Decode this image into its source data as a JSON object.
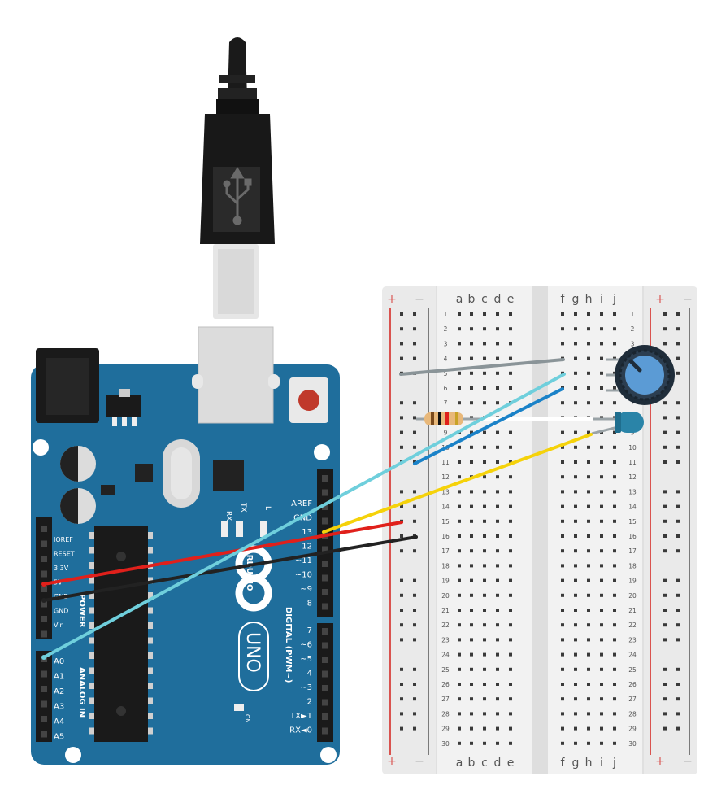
{
  "board": {
    "logo_text": "ARDUINO",
    "model_text": "UNO",
    "power_header_title": "POWER",
    "analog_header_title": "ANALOG IN",
    "digital_header_title": "DIGITAL (PWM~)",
    "tx_label": "TX",
    "rx_label": "RX",
    "l_label": "L",
    "on_label": "ON",
    "power_pins": [
      "IOREF",
      "RESET",
      "3.3V",
      "5V",
      "GND",
      "GND",
      "Vin"
    ],
    "analog_pins": [
      "A0",
      "A1",
      "A2",
      "A3",
      "A4",
      "A5"
    ],
    "digital_top_pins": [
      "AREF",
      "GND",
      "13",
      "12",
      "~11",
      "~10",
      "~9",
      "8"
    ],
    "digital_bottom_pins": [
      "7",
      "~6",
      "~5",
      "4",
      "~3",
      "2",
      "TX►1",
      "RX◄0"
    ]
  },
  "breadboard": {
    "rail_plus": "+",
    "rail_minus": "−",
    "columns_left": [
      "a",
      "b",
      "c",
      "d",
      "e"
    ],
    "columns_right": [
      "f",
      "g",
      "h",
      "i",
      "j"
    ],
    "rows": 30
  },
  "colors": {
    "board_blue": "#1f6e9c",
    "wire_red": "#e0201b",
    "wire_black": "#222222",
    "wire_cyan": "#6fcfdc",
    "wire_blue": "#1a82c8",
    "wire_yellow": "#f5d20a",
    "wire_gray": "#8a9498",
    "wire_white": "#ffffff",
    "led_body": "#2a84a8",
    "pot_knob": "#5b9bd5",
    "resistor_body": "#e8b87a"
  },
  "connections": [
    {
      "wire": "red",
      "from": "5V",
      "to": "breadboard"
    },
    {
      "wire": "black",
      "from": "GND",
      "to": "breadboard"
    },
    {
      "wire": "cyan",
      "from": "A0",
      "to": "breadboard"
    },
    {
      "wire": "yellow",
      "from": "13",
      "to": "breadboard"
    }
  ]
}
